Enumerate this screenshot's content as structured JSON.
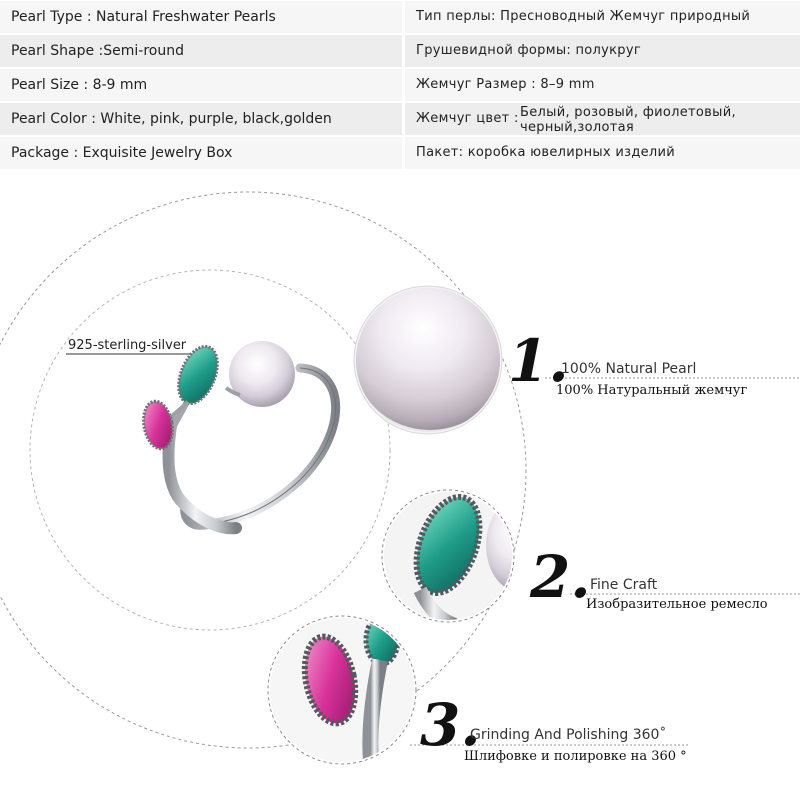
{
  "specs": [
    {
      "en": "Pearl Type : Natural Freshwater Pearls",
      "ru": "Тип перлы: Пресноводный Жемчуг природный"
    },
    {
      "en": "Pearl Shape :Semi-round",
      "ru": "Грушевидной формы: полукруг"
    },
    {
      "en": "Pearl Size : 8-9 mm",
      "ru": "Жемчуг Размер : 8–9 mm"
    },
    {
      "en": "Pearl Color : White, pink, purple, black,golden",
      "ru_key": "Жемчуг цвет :",
      "ru_value": "Белый, розовый, фиолетовый, черный,золотая"
    },
    {
      "en": "Package : Exquisite Jewelry Box",
      "ru": "Пакет: коробка ювелирных изделий"
    }
  ],
  "material_label": "925-sterling-silver",
  "features": [
    {
      "number": "1.",
      "en": "100% Natural Pearl",
      "ru": "100% Натуральный жемчуг"
    },
    {
      "number": "2.",
      "en": "Fine Craft",
      "ru": "Изобразительное ремесло"
    },
    {
      "number": "3.",
      "en": "Grinding And Polishing 360˚",
      "ru": "Шлифовке и полировке на 360 °"
    }
  ],
  "colors": {
    "emerald": "#1f9e8a",
    "ruby": "#d8329a",
    "silver": "#b9bcc0",
    "pearl": "#f1eef2"
  },
  "icons": [
    "pearl-image",
    "ring-image",
    "emerald-leaf-image",
    "ruby-leaf-image"
  ]
}
